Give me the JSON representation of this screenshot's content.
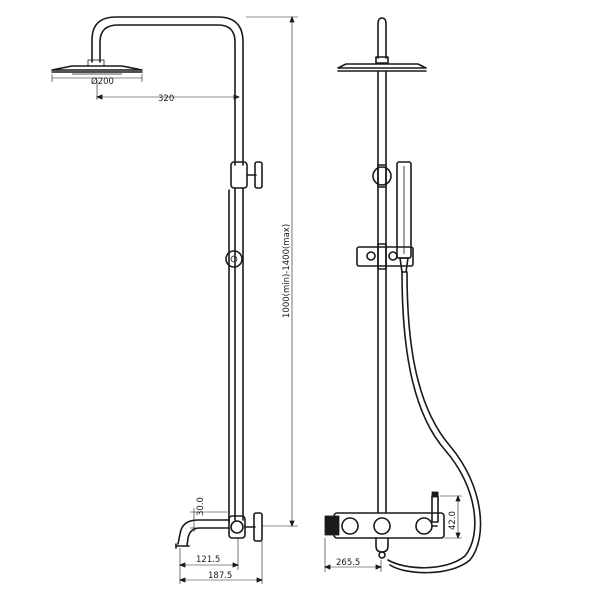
{
  "dimensions": {
    "head_diameter": "Ø200",
    "arm_reach": "320",
    "height_range": "1000(min)-1400(max)",
    "spout_height": "30.0",
    "spout_reach": "121.5",
    "outlet_offset": "187.5",
    "mixer_width": "265.5",
    "handle_height": "42.0"
  }
}
